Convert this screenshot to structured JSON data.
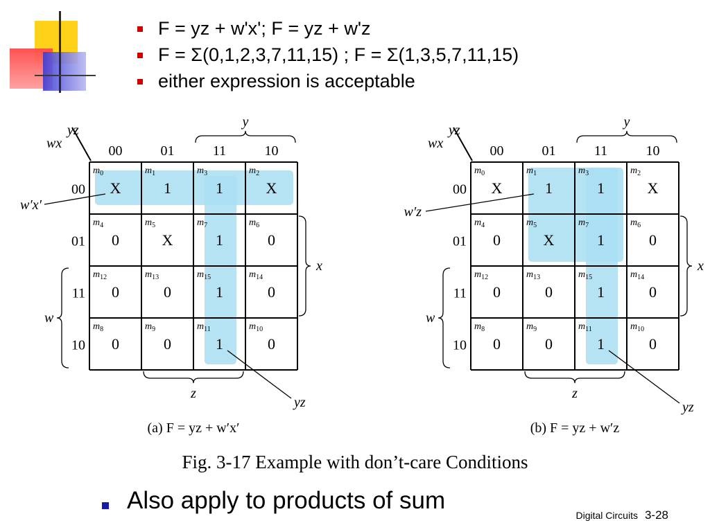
{
  "bullets": [
    "F = yz + w'x'; F = yz + w'z",
    "F = Σ(0,1,2,3,7,11,15) ; F = Σ(1,3,5,7,11,15)",
    "either expression is acceptable"
  ],
  "kmap": {
    "corner_top": "yz",
    "corner_left": "wx",
    "col_headers": [
      "00",
      "01",
      "11",
      "10"
    ],
    "row_headers": [
      "00",
      "01",
      "11",
      "10"
    ],
    "minterm_labels": [
      [
        "m0",
        "m1",
        "m3",
        "m2"
      ],
      [
        "m4",
        "m5",
        "m7",
        "m6"
      ],
      [
        "m12",
        "m13",
        "m15",
        "m14"
      ],
      [
        "m8",
        "m9",
        "m11",
        "m10"
      ]
    ],
    "values": [
      [
        "X",
        "1",
        "1",
        "X"
      ],
      [
        "0",
        "X",
        "1",
        "0"
      ],
      [
        "0",
        "0",
        "1",
        "0"
      ],
      [
        "0",
        "0",
        "1",
        "0"
      ]
    ],
    "var_y": "y",
    "var_x": "x",
    "var_w": "w",
    "var_z": "z"
  },
  "map_a": {
    "caption": "(a) F = yz + w′x′",
    "label_left": "w′x′",
    "label_right": "yz"
  },
  "map_b": {
    "caption": "(b) F = yz + w′z",
    "label_left": "w′z",
    "label_right": "yz"
  },
  "figure_caption": "Fig. 3-17  Example with don’t-care Conditions",
  "bottom_bullet": "Also apply to products of sum",
  "footer": {
    "course": "Digital Circuits",
    "page": "3-28"
  },
  "colors": {
    "group_fill": "#a9def2",
    "red_bullet": "#cc0000",
    "blue_bullet": "#1a1aa8"
  }
}
